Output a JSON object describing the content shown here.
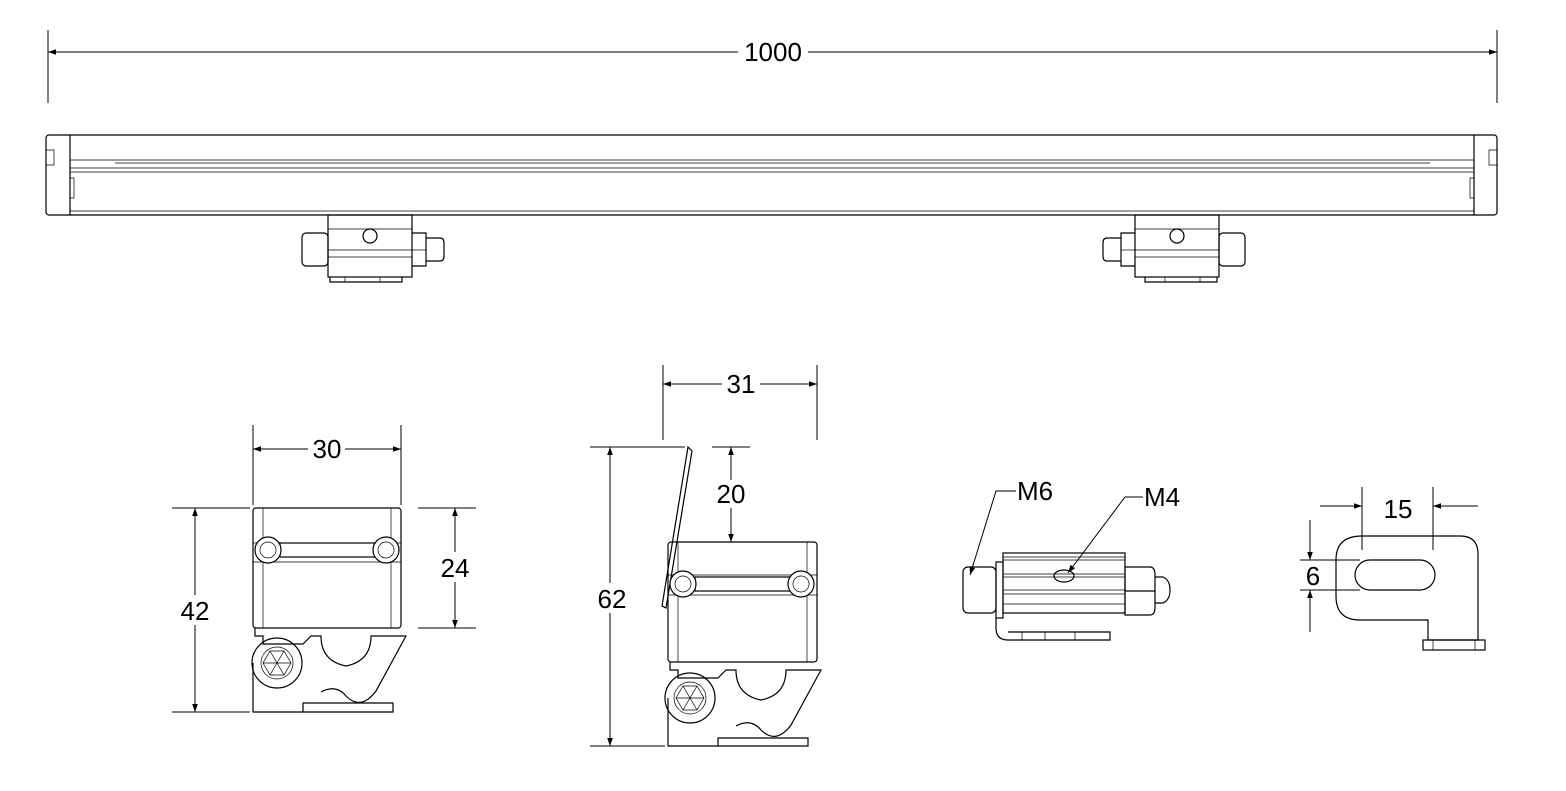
{
  "drawing": {
    "overall_length": "1000",
    "front_view": {
      "width": "30",
      "height": "42",
      "body_height": "24"
    },
    "side_view": {
      "width": "31",
      "height": "62",
      "bracket_offset": "20"
    },
    "bracket_view": {
      "bolt_thread": "M6",
      "screw_thread": "M4"
    },
    "mount_slot": {
      "slot_length": "15",
      "slot_width": "6"
    }
  }
}
